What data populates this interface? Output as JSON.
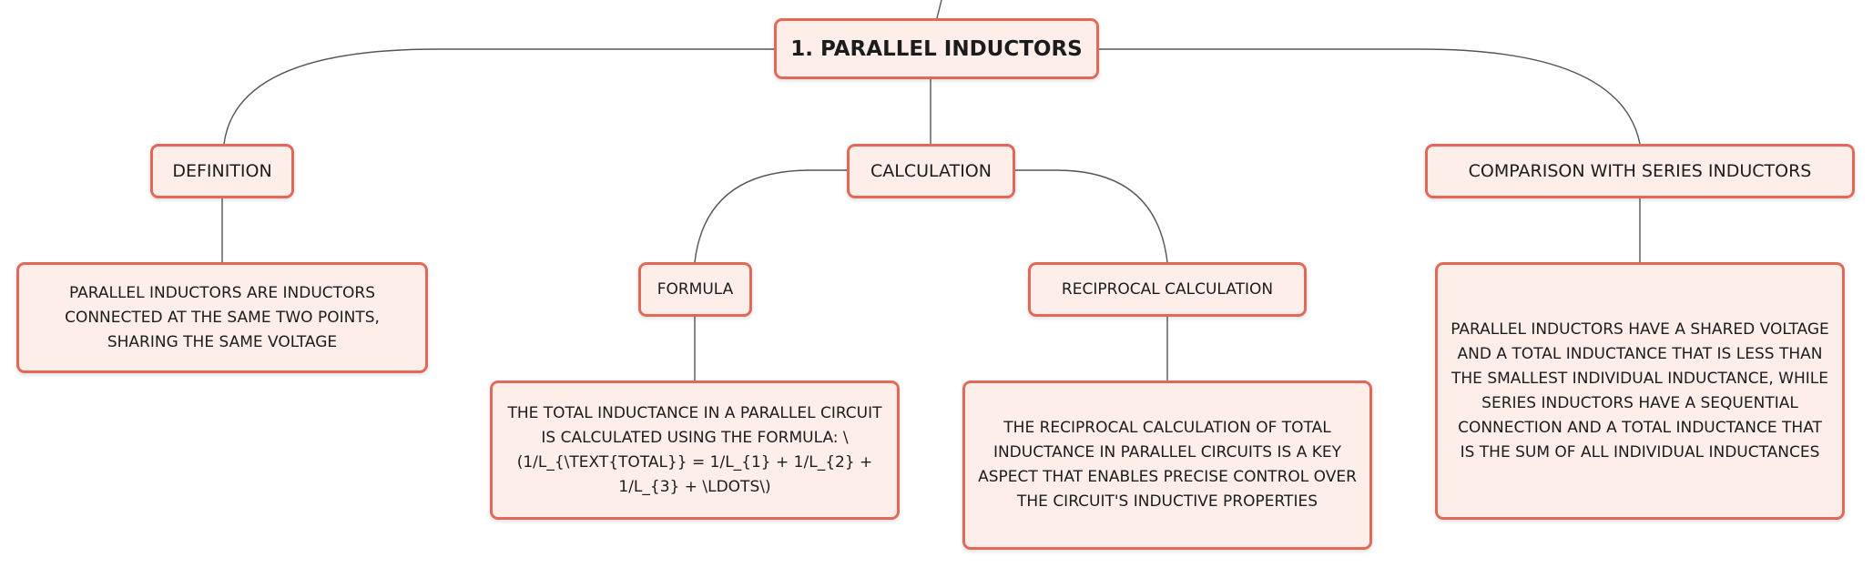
{
  "colors": {
    "node_border": "#e4685a",
    "node_fill": "#fdeeea",
    "connector": "#555555",
    "text": "#1c1c1c"
  },
  "mindmap": {
    "root": {
      "label": "1. PARALLEL INDUCTORS"
    },
    "definition": {
      "label": "DEFINITION",
      "detail": "PARALLEL INDUCTORS ARE INDUCTORS CONNECTED AT THE SAME TWO POINTS, SHARING THE SAME VOLTAGE"
    },
    "calculation": {
      "label": "CALCULATION",
      "formula": {
        "label": "FORMULA",
        "detail": "THE TOTAL INDUCTANCE IN A PARALLEL CIRCUIT IS CALCULATED USING THE FORMULA: \\(1/L_{\\TEXT{TOTAL}} = 1/L_{1} + 1/L_{2} + 1/L_{3} + \\LDOTS\\)"
      },
      "reciprocal": {
        "label": "RECIPROCAL CALCULATION",
        "detail": "THE RECIPROCAL CALCULATION OF TOTAL INDUCTANCE IN PARALLEL CIRCUITS IS A KEY ASPECT THAT ENABLES PRECISE CONTROL OVER THE CIRCUIT'S INDUCTIVE PROPERTIES"
      }
    },
    "comparison": {
      "label": "COMPARISON WITH SERIES INDUCTORS",
      "detail": "PARALLEL INDUCTORS HAVE A SHARED VOLTAGE AND A TOTAL INDUCTANCE THAT IS LESS THAN THE SMALLEST INDIVIDUAL INDUCTANCE, WHILE SERIES INDUCTORS HAVE A SEQUENTIAL CONNECTION AND A TOTAL INDUCTANCE THAT IS THE SUM OF ALL INDIVIDUAL INDUCTANCES"
    }
  }
}
